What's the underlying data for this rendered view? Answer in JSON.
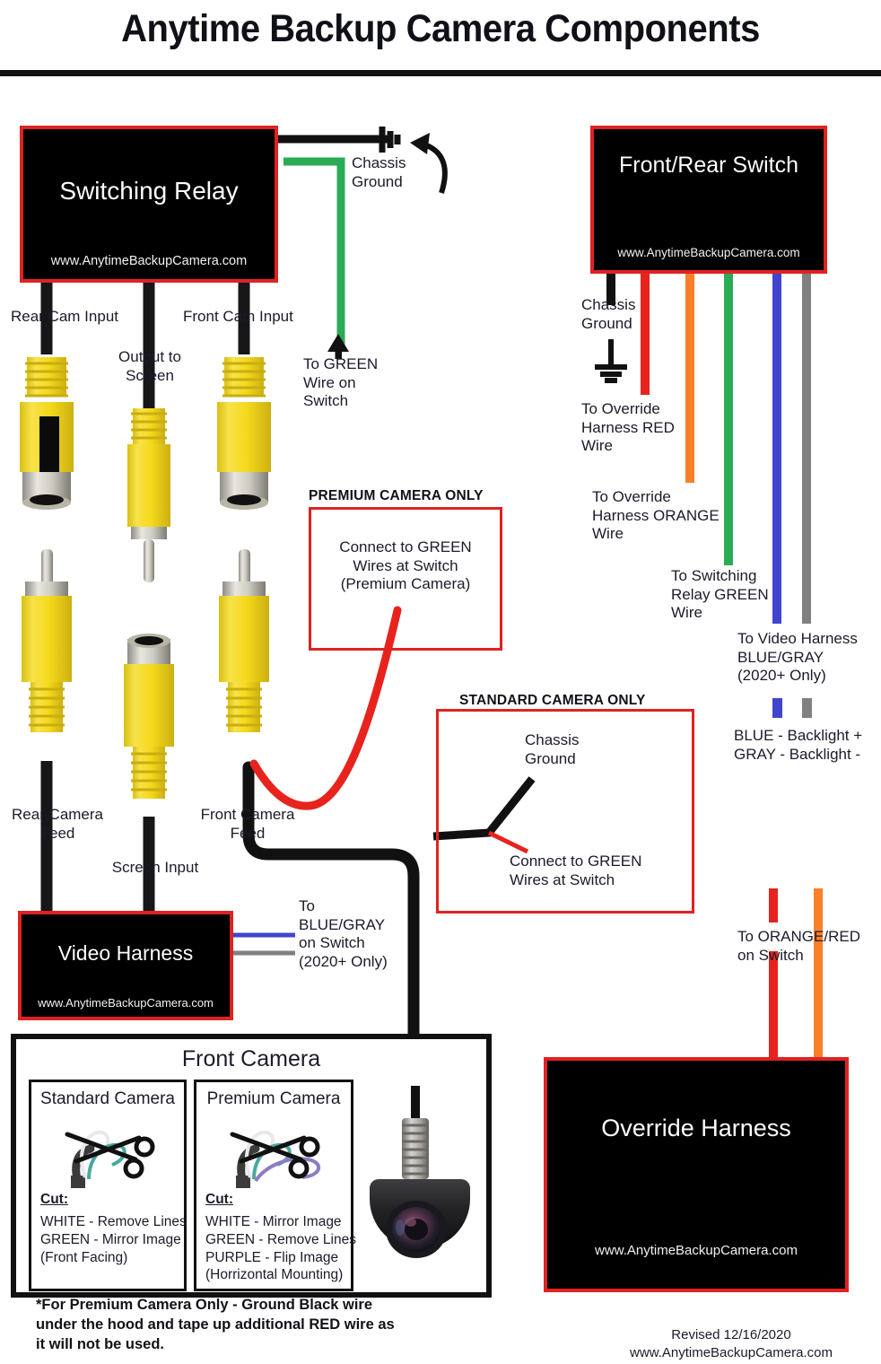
{
  "page": {
    "title": "Anytime Backup Camera Components",
    "revision_note": "Revised 12/16/2020\nwww.AnytimeBackupCamera.com",
    "footnote": "*For Premium Camera Only - Ground Black wire\nunder the hood and tape up additional RED wire as\nit will not be used."
  },
  "colors": {
    "red_border": "#e02222",
    "black_box": "#000000",
    "wire_black": "#111111",
    "wire_red": "#e8231d",
    "wire_orange": "#f97f28",
    "wire_green": "#2aab55",
    "wire_blue": "#3f45cc",
    "wire_gray": "#808080",
    "connector_yellow": "#f5dc1e",
    "camera_purple": "#8e7cc3",
    "camera_teal": "#4aa8a0"
  },
  "switching_relay": {
    "title": "Switching Relay",
    "url": "www.AnytimeBackupCamera.com",
    "chassis_ground_label": "Chassis\nGround",
    "green_wire_label": "To GREEN\nWire on\nSwitch",
    "ports": [
      {
        "label": "Rear Cam Input"
      },
      {
        "label": "Output to\nScreen"
      },
      {
        "label": "Front Cam Input"
      }
    ]
  },
  "video_harness": {
    "title": "Video Harness",
    "url": "www.AnytimeBackupCamera.com",
    "blue_gray_label": "To\nBLUE/GRAY\non Switch\n(2020+ Only)",
    "feeds": [
      {
        "label": "Rear Camera\nFeed"
      },
      {
        "label": "Screen Input"
      },
      {
        "label": "Front Camera\nFeed"
      }
    ]
  },
  "front_rear_switch": {
    "title": "Front/Rear Switch",
    "url": "www.AnytimeBackupCamera.com",
    "chassis_ground_label": "Chassis\nGround",
    "wires": [
      {
        "color_name": "black",
        "hex": "#111111",
        "label": ""
      },
      {
        "color_name": "red",
        "hex": "#e8231d",
        "label": "To Override\nHarness RED\nWire"
      },
      {
        "color_name": "orange",
        "hex": "#f97f28",
        "label": "To Override\nHarness ORANGE\nWire"
      },
      {
        "color_name": "green",
        "hex": "#2aab55",
        "label": "To Switching\nRelay GREEN\nWire"
      },
      {
        "color_name": "blue",
        "hex": "#3f45cc",
        "label": "To Video Harness\nBLUE/GRAY\n(2020+ Only)"
      },
      {
        "color_name": "gray",
        "hex": "#808080",
        "label": ""
      }
    ],
    "backlight_legend": "BLUE - Backlight +\nGRAY - Backlight -"
  },
  "override_harness": {
    "title": "Override Harness",
    "url": "www.AnytimeBackupCamera.com",
    "wire_label": "To ORANGE/RED\non Switch"
  },
  "premium_callout": {
    "heading": "PREMIUM CAMERA ONLY",
    "body": "Connect to GREEN\nWires at Switch\n(Premium Camera)"
  },
  "standard_callout": {
    "heading": "STANDARD CAMERA ONLY",
    "chassis_ground_label": "Chassis\nGround",
    "green_label": "Connect to GREEN\nWires at Switch"
  },
  "front_camera": {
    "title": "Front Camera",
    "standard": {
      "title": "Standard Camera",
      "cut_heading": "Cut:",
      "cut_lines": "WHITE - Remove Lines\nGREEN - Mirror Image\n          (Front Facing)"
    },
    "premium": {
      "title": "Premium Camera",
      "cut_heading": "Cut:",
      "cut_lines": "WHITE - Mirror Image\nGREEN - Remove Lines\nPURPLE - Flip Image\n(Horrizontal Mounting)"
    }
  }
}
